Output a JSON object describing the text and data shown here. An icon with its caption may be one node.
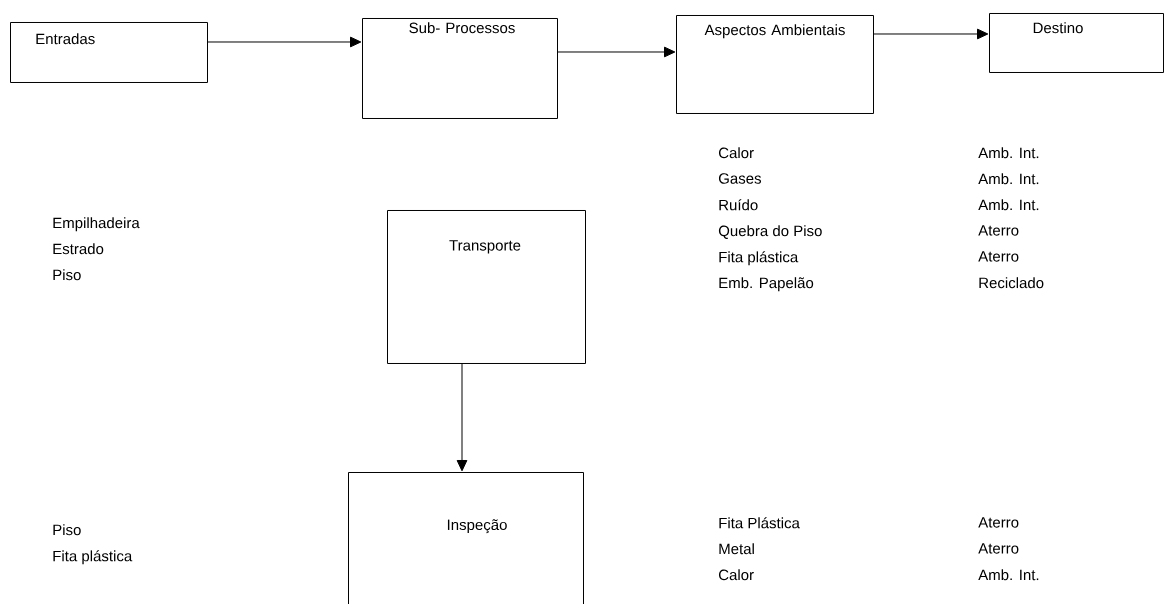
{
  "diagram": {
    "nodes": [
      {
        "text": [
          "Entradas"
        ]
      },
      {
        "text": [
          "Sub- Processos"
        ]
      },
      {
        "text": [
          "Aspectos Ambientais"
        ]
      },
      {
        "text": [
          "Destino"
        ]
      },
      {
        "text": [
          "Transporte"
        ]
      },
      {
        "text": [
          "Inspeção"
        ]
      }
    ],
    "edges": [
      {
        "from": 0,
        "to": 1,
        "arrow": "to"
      },
      {
        "from": 1,
        "to": 2,
        "arrow": "to"
      },
      {
        "from": 2,
        "to": 3,
        "arrow": "to"
      },
      {
        "from": 4,
        "to": 5,
        "arrow": "to"
      }
    ],
    "labels": [
      "Empilhadeira",
      "Estrado",
      "Piso",
      "Calor",
      "Gases",
      "Ruído",
      "Quebra do Piso",
      "Fita plástica",
      "Emb. Papelão",
      "Amb. Int.",
      "Amb. Int.",
      "Amb. Int.",
      "Aterro",
      "Aterro",
      "Reciclado",
      "Piso",
      "Fita plástica",
      "Fita Plástica",
      "Metal",
      "Calor",
      "Aterro",
      "Aterro",
      "Amb. Int."
    ]
  }
}
